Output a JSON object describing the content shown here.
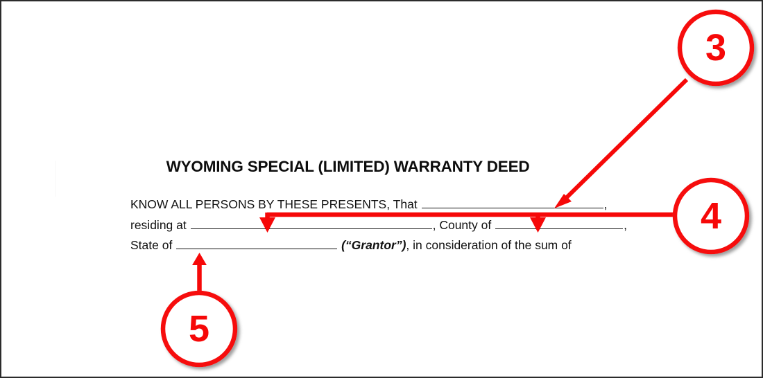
{
  "document": {
    "title": "WYOMING SPECIAL (LIMITED) WARRANTY DEED",
    "body": {
      "line1": {
        "before_blank": "KNOW ALL PERSONS BY THESE PRESENTS, That ",
        "blank_label": "grantor-name-blank",
        "after_blank": ","
      },
      "line2": {
        "lead": "residing at ",
        "blank1_label": "address-blank",
        "middle": ", County of ",
        "blank2_label": "county-blank",
        "trail": ","
      },
      "line3": {
        "lead": "State of ",
        "blank_label": "state-blank",
        "grantor_tag": "(“Grantor”)",
        "trail": ", in consideration of the sum of"
      }
    }
  },
  "annotations": {
    "accent_color": "#F60808",
    "shadow_color": "#9a9a9a",
    "callouts": [
      {
        "number": "3",
        "target": "grantor-name-blank",
        "pointer": "diagonal-arrow-down-left"
      },
      {
        "number": "4",
        "target": "address-blank-and-county-blank",
        "pointer": "horizontal-line-with-two-down-arrows"
      },
      {
        "number": "5",
        "target": "state-blank",
        "pointer": "vertical-arrow-up"
      }
    ]
  },
  "frame": {
    "border_color": "#2B2B2B",
    "background_color": "#FFFFFF"
  }
}
